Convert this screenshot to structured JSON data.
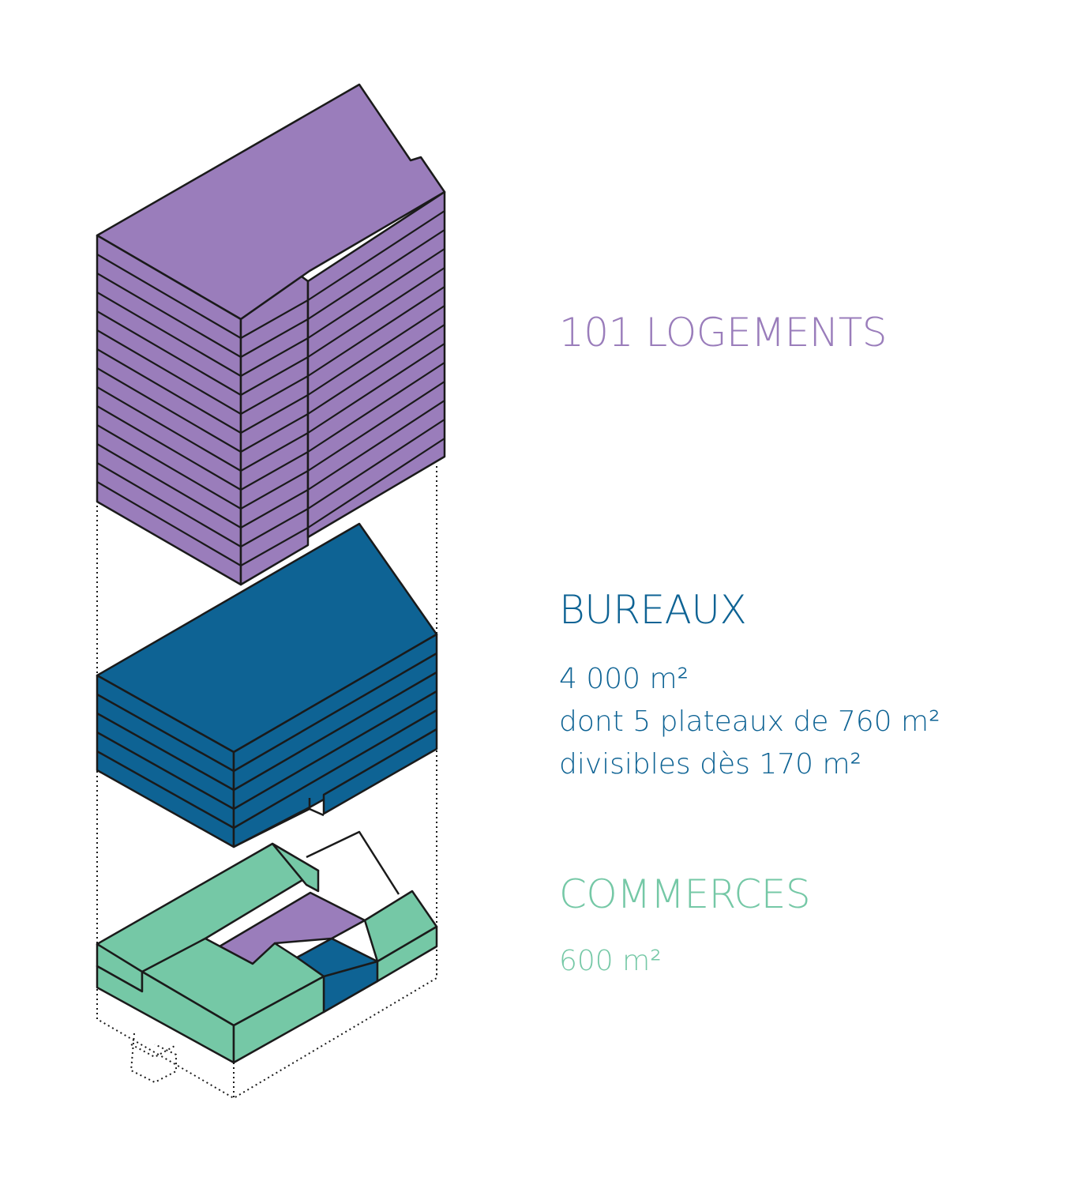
{
  "colors": {
    "logements": "#9a7dbb",
    "bureaux": "#0e6394",
    "commerces": "#75c8a6",
    "outline": "#1a1a1a"
  },
  "labels": {
    "logements": {
      "title": "101 LOGEMENTS"
    },
    "bureaux": {
      "title": "BUREAUX",
      "lines": [
        "4 000 m²",
        "dont 5 plateaux de 760 m²",
        "divisibles dès 170 m²"
      ]
    },
    "commerces": {
      "title": "COMMERCES",
      "area": "600 m²"
    }
  }
}
